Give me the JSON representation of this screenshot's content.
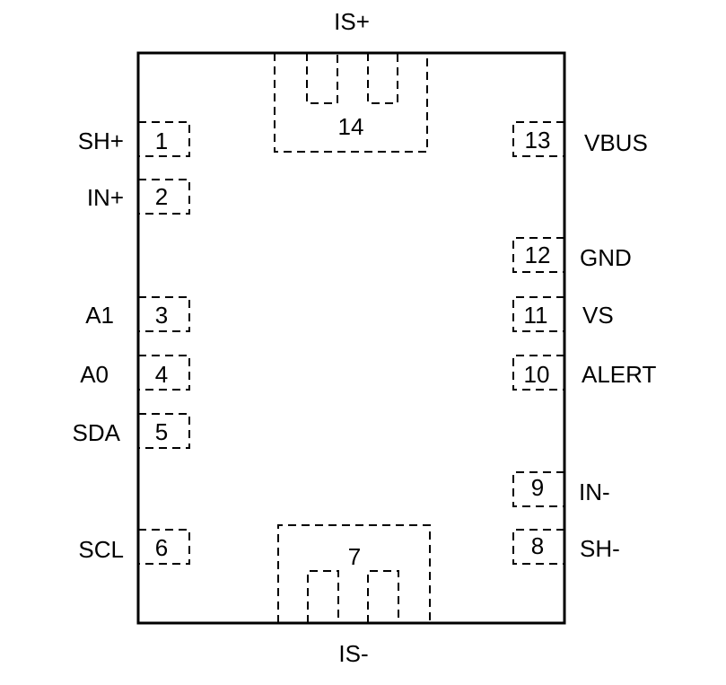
{
  "pins": {
    "p1": {
      "number": "1",
      "name": "SH+"
    },
    "p2": {
      "number": "2",
      "name": "IN+"
    },
    "p3": {
      "number": "3",
      "name": "A1"
    },
    "p4": {
      "number": "4",
      "name": "A0"
    },
    "p5": {
      "number": "5",
      "name": "SDA"
    },
    "p6": {
      "number": "6",
      "name": "SCL"
    },
    "p7": {
      "number": "7",
      "name": "IS-"
    },
    "p8": {
      "number": "8",
      "name": "SH-"
    },
    "p9": {
      "number": "9",
      "name": "IN-"
    },
    "p10": {
      "number": "10",
      "name": "ALERT"
    },
    "p11": {
      "number": "11",
      "name": "VS"
    },
    "p12": {
      "number": "12",
      "name": "GND"
    },
    "p13": {
      "number": "13",
      "name": "VBUS"
    },
    "p14": {
      "number": "14",
      "name": "IS+"
    }
  },
  "colors": {
    "line": "#000000",
    "background": "#ffffff"
  }
}
